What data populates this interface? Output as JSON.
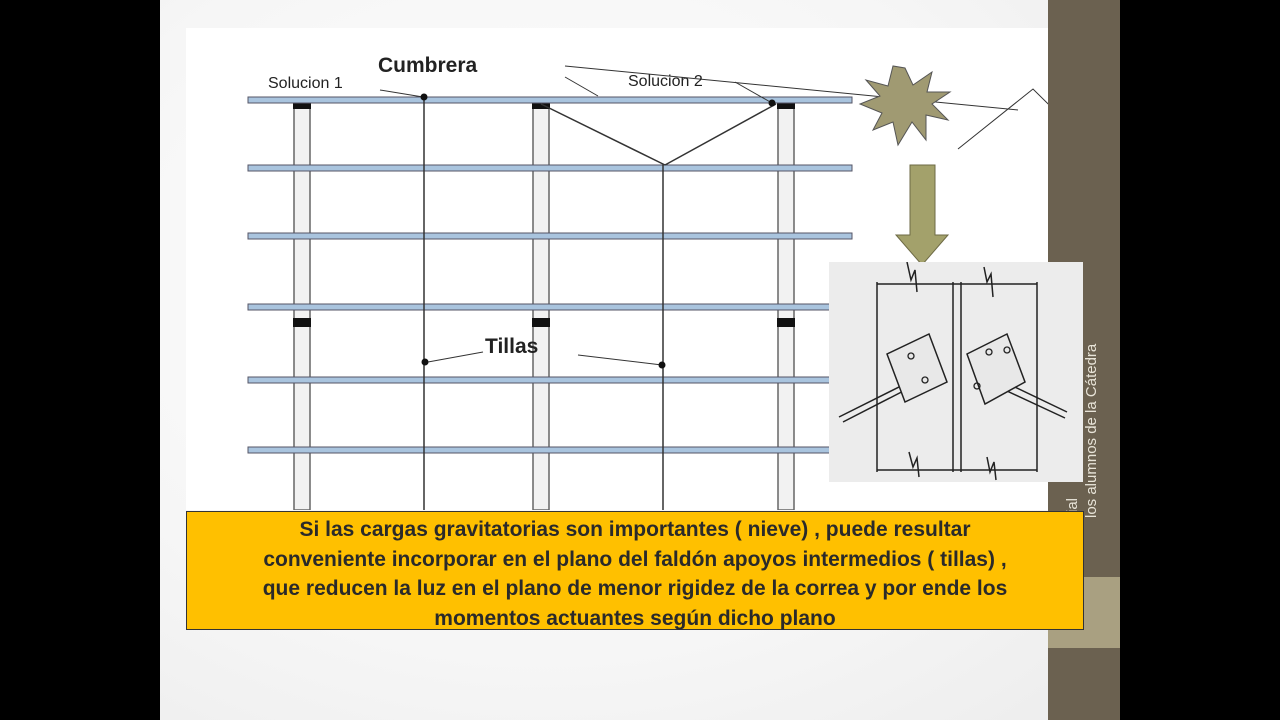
{
  "diagram": {
    "title": "Cumbrera",
    "label_solution_1": "Solucion 1",
    "label_solution_2": "Solucion 2",
    "label_tillas": "Tillas"
  },
  "callout": {
    "lines": [
      "Si las cargas gravitatorias son importantes ( nieve) , puede resultar",
      "conveniente incorporar en el plano del faldón apoyos intermedios ( tillas) ,",
      "que reducen la luz en el plano de menor rigidez de la correa y por ende los",
      "momentos actuantes según dicho plano"
    ],
    "background": "#ffc000"
  },
  "sidebar": {
    "vertical_text_1": "los alumnos de la Cátedra",
    "vertical_text_2": "rial",
    "color": "#6b6150",
    "accent": "#a9a081"
  },
  "icons": [
    "starburst-icon",
    "arrow-down-icon"
  ]
}
